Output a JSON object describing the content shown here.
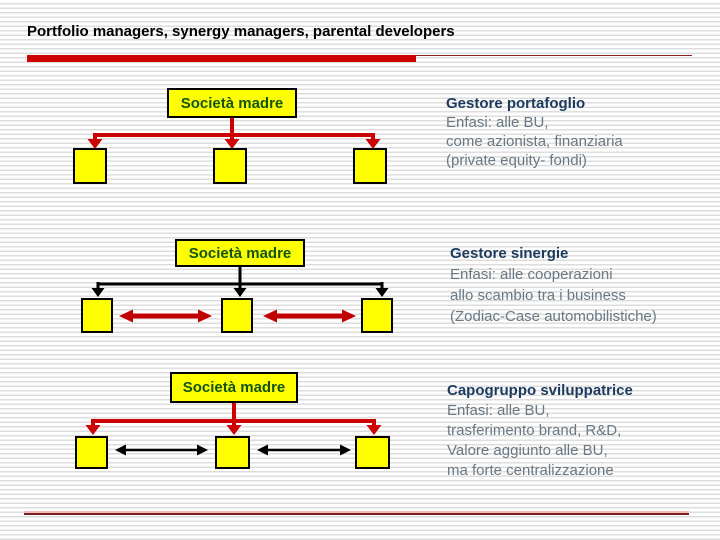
{
  "slide": {
    "title": "Portfolio managers, synergy managers, parental developers"
  },
  "colors": {
    "accent_red": "#cc0000",
    "arrow_red": "#c00000",
    "box_fill": "#ffff00",
    "box_border": "#000000",
    "box_label_green": "#115511",
    "heading_navy": "#1b3a5e",
    "body_gray": "#6a7884",
    "footer_maroon": "#7a1f1f",
    "footer_pink": "#f0bcbc",
    "stripe_gray": "#dddddd",
    "title_black": "#000000"
  },
  "diagrams": [
    {
      "parent_label": "Società madre",
      "connector_color": "#cc0000",
      "sibling_arrow_color": "none",
      "child_count": 3,
      "description": {
        "heading": "Gestore portafoglio",
        "lines": [
          "Enfasi: alle BU,",
          "come azionista, finanziaria",
          "(private equity- fondi)"
        ]
      }
    },
    {
      "parent_label": "Società madre",
      "connector_color": "#000000",
      "sibling_arrow_color": "#c00000",
      "child_count": 3,
      "description": {
        "heading": "Gestore sinergie",
        "lines": [
          "Enfasi: alle cooperazioni",
          "allo scambio tra i business",
          "(Zodiac-Case automobilistiche)"
        ]
      }
    },
    {
      "parent_label": "Società madre",
      "connector_color": "#cc0000",
      "sibling_arrow_color": "#000000",
      "child_count": 3,
      "description": {
        "heading": "Capogruppo sviluppatrice",
        "lines": [
          "Enfasi: alle BU,",
          "trasferimento brand, R&D,",
          "Valore aggiunto alle BU,",
          "ma forte centralizzazione"
        ]
      }
    }
  ]
}
